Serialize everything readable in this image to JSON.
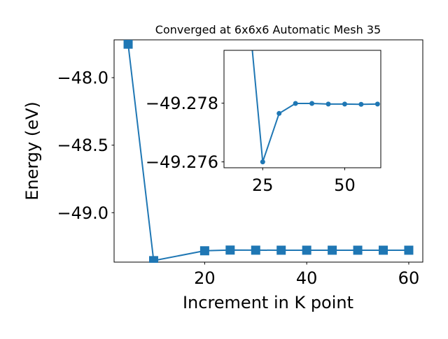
{
  "chart_data": [
    {
      "type": "line",
      "title": "Converged at 6x6x6 Automatic Mesh 35",
      "xlabel": "Increment in K point",
      "ylabel": "Energy (eV)",
      "xlim": [
        2.25,
        62.75
      ],
      "ylim": [
        -49.366,
        -47.72
      ],
      "xticks": [
        20,
        40,
        60
      ],
      "xtick_labels": [
        "20",
        "40",
        "60"
      ],
      "yticks": [
        -48.0,
        -48.5,
        -49.0
      ],
      "ytick_labels": [
        "−48.0",
        "−48.5",
        "−49.0"
      ],
      "grid": false,
      "marker": "square",
      "color": "#1f77b4",
      "x": [
        5,
        10,
        20,
        25,
        30,
        35,
        40,
        45,
        50,
        55,
        60
      ],
      "y": [
        -47.752,
        -49.355,
        -49.282,
        -49.2768,
        -49.2776,
        -49.2778,
        -49.2778,
        -49.2778,
        -49.2778,
        -49.2778,
        -49.2778
      ]
    },
    {
      "type": "line",
      "title": "",
      "xlabel": "",
      "ylabel": "",
      "xlim": [
        13.2,
        61.0
      ],
      "ylim": [
        -49.2758,
        -49.2798
      ],
      "xticks": [
        25,
        50
      ],
      "xtick_labels": [
        "25",
        "50"
      ],
      "yticks": [
        -49.278,
        -49.276
      ],
      "ytick_labels": [
        "−49.278",
        "−49.276"
      ],
      "grid": false,
      "marker": "circle",
      "color": "#1f77b4",
      "x": [
        20,
        25,
        30,
        35,
        40,
        45,
        50,
        55,
        60
      ],
      "y": [
        -49.282,
        -49.276,
        -49.27765,
        -49.27799,
        -49.27799,
        -49.27797,
        -49.27797,
        -49.27796,
        -49.27797
      ]
    }
  ]
}
